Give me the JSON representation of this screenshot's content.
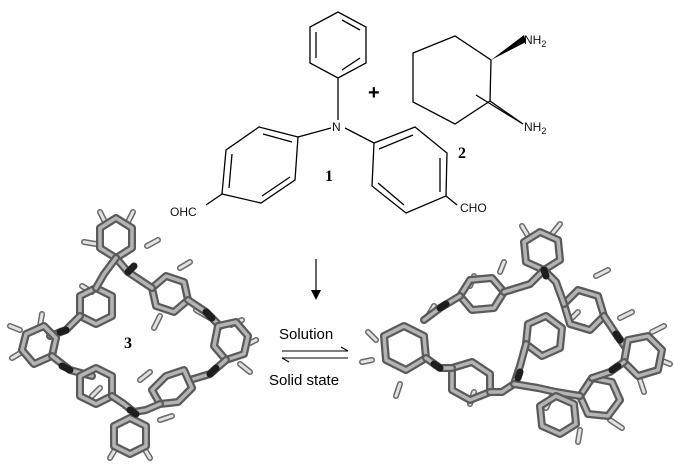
{
  "compound_labels": {
    "triphenylamine": "1",
    "diamine": "2",
    "macrocycle": "3"
  },
  "atoms": {
    "nitrogen": "N",
    "aldehyde_left": "OHC",
    "aldehyde_right": "CHO",
    "amine_top": "NH",
    "amine_bottom": "NH",
    "amine_subscript": "2"
  },
  "plus_sign": "+",
  "conditions": {
    "forward": "Solution",
    "reverse": "Solid state"
  },
  "colors": {
    "bond": "#000000",
    "stick_dark": "#5a5a5a",
    "stick_light": "#b4b4b4",
    "hydrogen": "#e2e2e2",
    "nitrogen_stick": "#1e1e1e"
  }
}
